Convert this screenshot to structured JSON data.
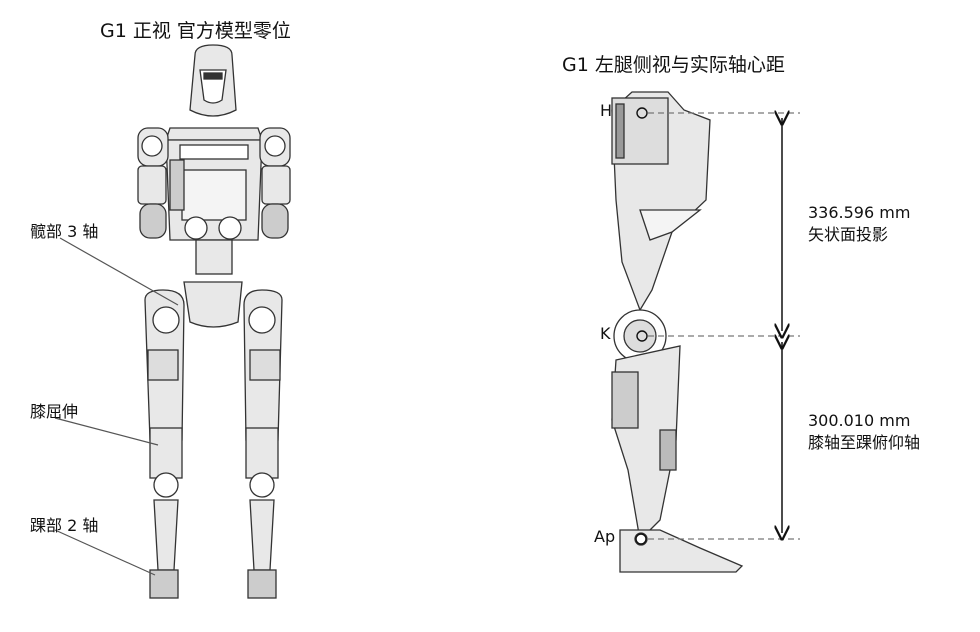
{
  "front_view": {
    "title": "G1 正视  官方模型零位",
    "labels": {
      "hip": "髋部 3 轴",
      "knee": "膝屈伸",
      "ankle": "踝部 2 轴"
    }
  },
  "side_view": {
    "title": "G1 左腿侧视与实际轴心距",
    "points": {
      "hip": "H",
      "knee": "K",
      "ankle": "Ap"
    },
    "dims": {
      "upper_value": "336.596 mm",
      "upper_desc": "矢状面投影",
      "lower_value": "300.010 mm",
      "lower_desc": "膝轴至踝俯仰轴"
    }
  },
  "colors": {
    "line": "#333333",
    "fill": "#e6e6e6",
    "dash": "#777777"
  }
}
